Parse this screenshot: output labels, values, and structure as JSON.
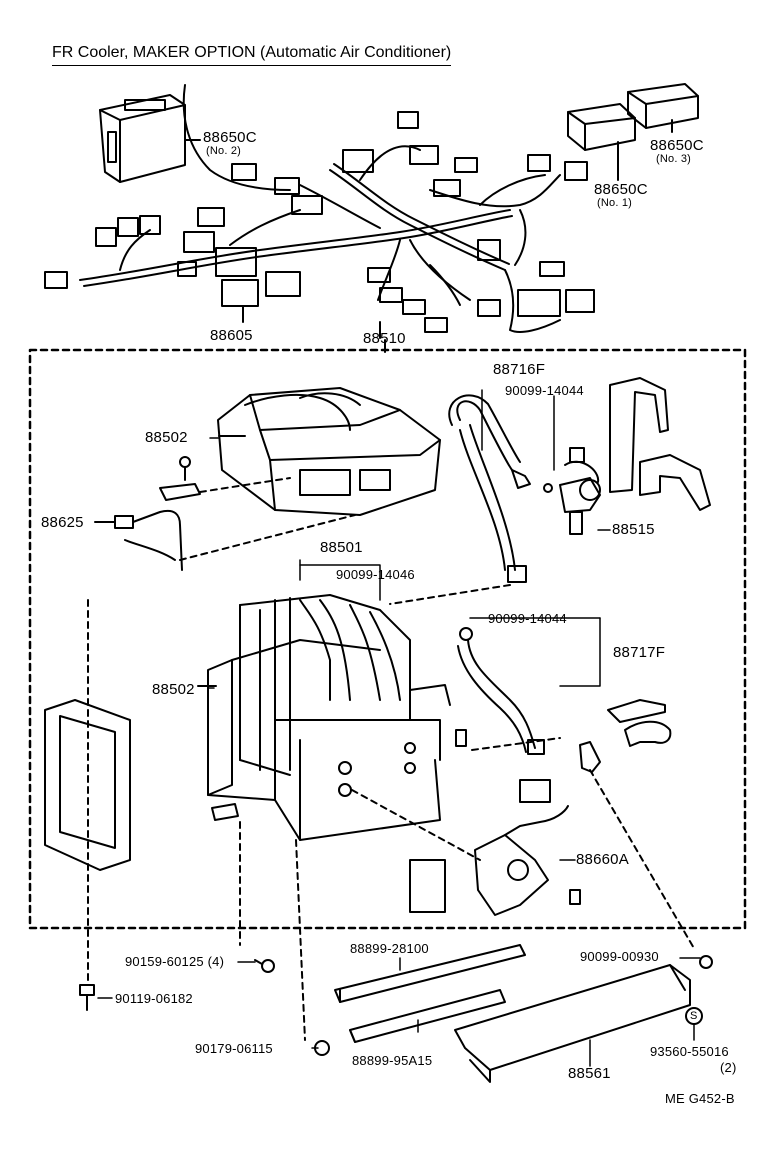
{
  "title": "FR Cooler, MAKER  OPTION (Automatic Air Conditioner)",
  "figure_code": "ME  G452-B",
  "parts": {
    "p88650c_no2": "88650C",
    "p88650c_no2_sub": "(No. 2)",
    "p88650c_no3": "88650C",
    "p88650c_no3_sub": "(No. 3)",
    "p88650c_no1": "88650C",
    "p88650c_no1_sub": "(No. 1)",
    "p88605": "88605",
    "p88510": "88510",
    "p88716f": "88716F",
    "p90099_14044_a": "90099-14044",
    "p88502_top": "88502",
    "p88625": "88625",
    "p88515": "88515",
    "p88501": "88501",
    "p90099_14046": "90099-14046",
    "p90099_14044_b": "90099-14044",
    "p88717f": "88717F",
    "p88502_bottom": "88502",
    "p88660a": "88660A",
    "p88899_28100": "88899-28100",
    "p90099_00930": "90099-00930",
    "p90159_60125": "90159-60125 (4)",
    "p90119_06182": "90119-06182",
    "p90179_06115": "90179-06115",
    "p88899_95a15": "88899-95A15",
    "p88561": "88561",
    "p93560_55016": "93560-55016",
    "p93560_55016_qty": "(2)",
    "s_symbol": "S"
  }
}
